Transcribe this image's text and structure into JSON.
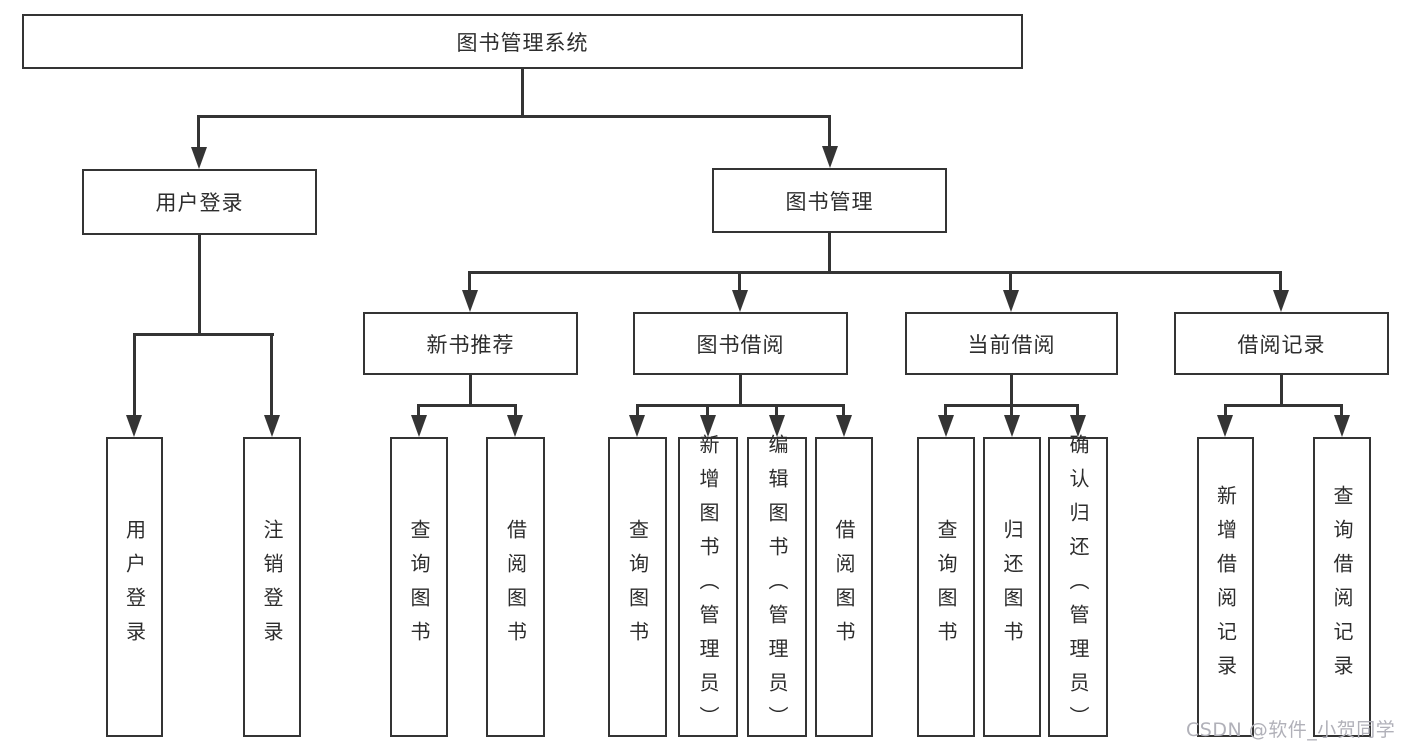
{
  "colors": {
    "line": "#343434",
    "border": "#343434",
    "text": "#2d2d2d",
    "wm": "#b1b1b9",
    "bg": "#ffffff"
  },
  "tree": {
    "root": "图书管理系统",
    "branches": [
      {
        "label": "用户登录",
        "leaves": [
          "用户登录",
          "注销登录"
        ]
      },
      {
        "label": "图书管理",
        "groups": [
          {
            "label": "新书推荐",
            "leaves": [
              "查询图书",
              "借阅图书"
            ]
          },
          {
            "label": "图书借阅",
            "leaves": [
              "查询图书",
              "新增图书（管理员）",
              "编辑图书（管理员）",
              "借阅图书"
            ]
          },
          {
            "label": "当前借阅",
            "leaves": [
              "查询图书",
              "归还图书",
              "确认归还（管理员）"
            ]
          },
          {
            "label": "借阅记录",
            "leaves": [
              "新增借阅记录",
              "查询借阅记录"
            ]
          }
        ]
      }
    ]
  },
  "watermark": {
    "text": "CSDN @软件_小贺同学"
  }
}
